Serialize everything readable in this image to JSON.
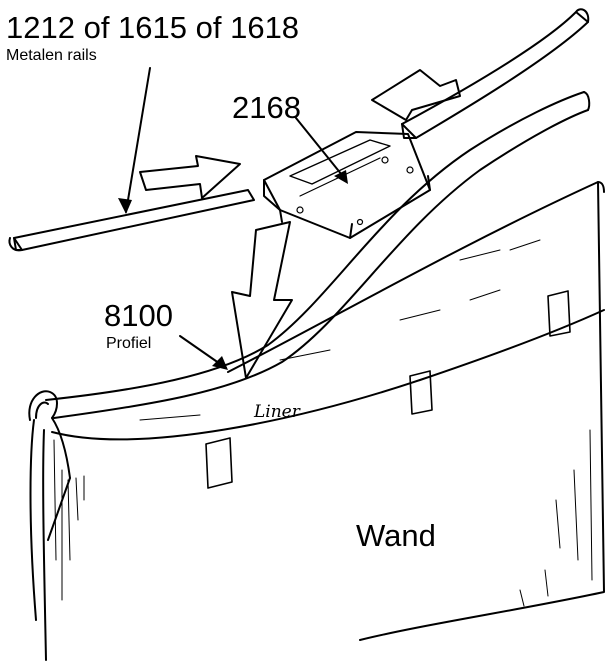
{
  "labels": {
    "rail_numbers": "1212 of 1615 of 1618",
    "rail_name": "Metalen rails",
    "clip_number": "2168",
    "profile_number": "8100",
    "profile_name": "Profiel",
    "liner": "Liner",
    "wall": "Wand"
  },
  "colors": {
    "ink": "#000000",
    "paper": "#ffffff"
  },
  "icons": [
    "arrow-icon",
    "rail-part",
    "clip-part",
    "profile-part",
    "wall-panel",
    "liner-sheet",
    "tape-strip"
  ]
}
